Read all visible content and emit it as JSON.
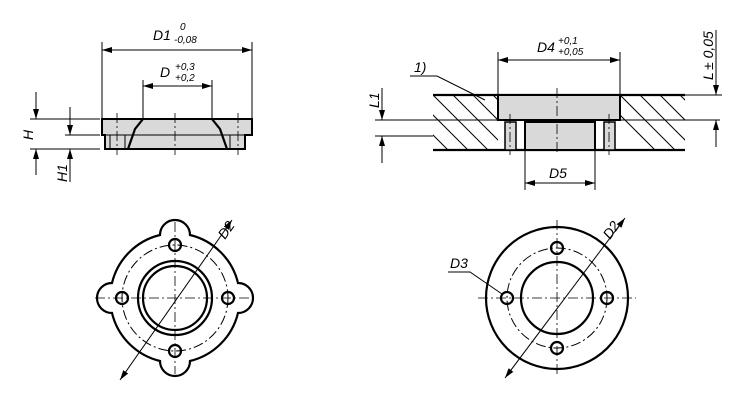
{
  "labels": {
    "d1": "D1",
    "d1_upper": "0",
    "d1_lower": "-0,08",
    "d": "D",
    "d_upper": "+0,3",
    "d_lower": "+0,2",
    "h": "H",
    "h1": "H1",
    "d4": "D4",
    "d4_upper": "+0,1",
    "d4_lower": "+0,05",
    "d5": "D5",
    "l": "L",
    "l_tol": "± 0,05",
    "l1": "L1",
    "note": "1)",
    "d2_left": "D2",
    "d2_right": "D2",
    "d3": "D3"
  }
}
